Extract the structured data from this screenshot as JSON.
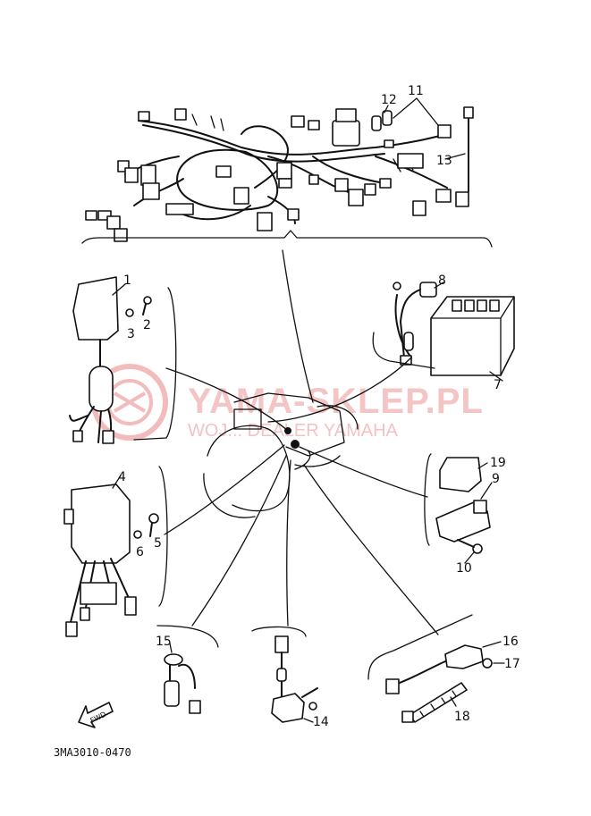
{
  "watermark": {
    "title": "YAMA-SKLEP.PL",
    "subtitle": "WOJ... DEALER YAMAHA"
  },
  "drawing_code": "3MA3010-0470",
  "fwd_label": "FWD",
  "labels": {
    "p1": "1",
    "p2": "2",
    "p3": "3",
    "p4": "4",
    "p5": "5",
    "p6": "6",
    "p7": "7",
    "p8": "8",
    "p9": "9",
    "p10": "10",
    "p11": "11",
    "p12": "12",
    "p13": "13",
    "p14": "14",
    "p15": "15",
    "p16": "16",
    "p17": "17",
    "p18": "18",
    "p19": "19"
  },
  "colors": {
    "line": "#111111",
    "watermark": "#f2bcbc"
  }
}
